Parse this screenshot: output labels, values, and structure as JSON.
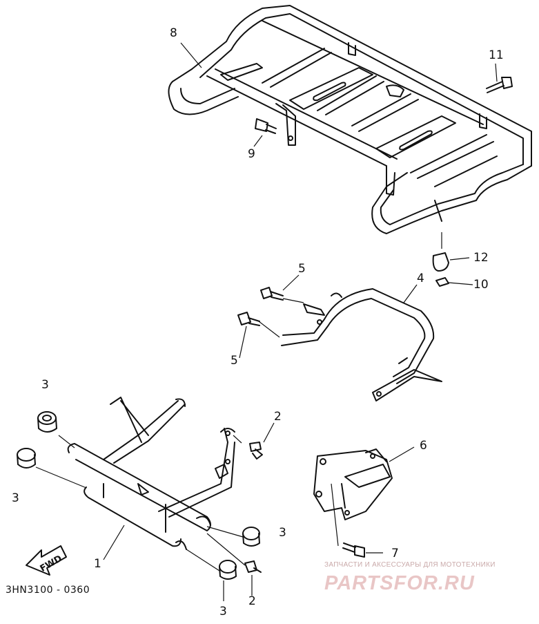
{
  "diagram_code": "3HN3100 - 0360",
  "fwd_label": "FWD",
  "watermark": {
    "line1": "ЗАПЧАСТИ И АКСЕССУАРЫ ДЛЯ МОТОТЕХНИКИ",
    "brand": "PARTSFOR.RU"
  },
  "callouts": {
    "c1": "1",
    "c2a": "2",
    "c2b": "2",
    "c3a": "3",
    "c3b": "3",
    "c3c": "3",
    "c3d": "3",
    "c4": "4",
    "c5a": "5",
    "c5b": "5",
    "c6": "6",
    "c7": "7",
    "c8": "8",
    "c9": "9",
    "c10": "10",
    "c11": "11",
    "c12": "12"
  },
  "colors": {
    "ink": "#111111",
    "paper": "#ffffff",
    "watermark": "#e9c6c6"
  }
}
